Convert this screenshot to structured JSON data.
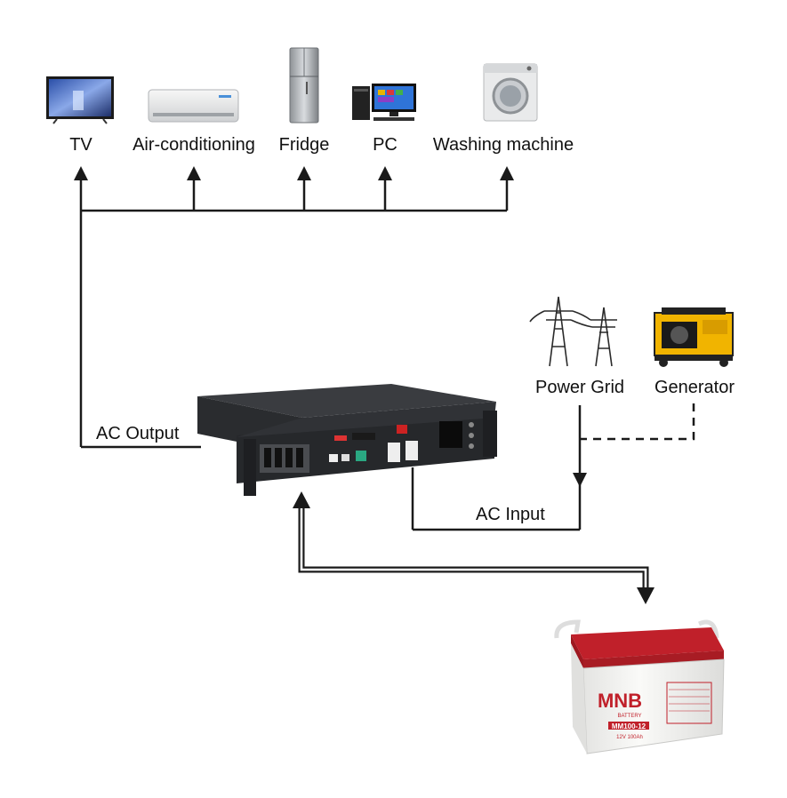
{
  "appliances": [
    {
      "label": "TV",
      "icon": "tv-icon"
    },
    {
      "label": "Air-conditioning",
      "icon": "air-conditioner-icon"
    },
    {
      "label": "Fridge",
      "icon": "fridge-icon"
    },
    {
      "label": "PC",
      "icon": "pc-icon"
    },
    {
      "label": "Washing machine",
      "icon": "washing-machine-icon"
    }
  ],
  "sources": [
    {
      "label": "Power Grid",
      "icon": "power-tower-icon"
    },
    {
      "label": "Generator",
      "icon": "generator-icon"
    }
  ],
  "connections": {
    "ac_output": "AC Output",
    "ac_input": "AC Input"
  },
  "devices": {
    "inverter": {
      "icon": "rack-inverter-icon"
    },
    "battery": {
      "icon": "battery-icon",
      "brand": "MNB",
      "brand_sub": "BATTERY",
      "model": "MM100-12",
      "rating": "12V 100Ah"
    }
  },
  "colors": {
    "line": "#1a1a1a",
    "battery_red": "#c0202a",
    "battery_body": "#f4f4f2",
    "inverter": "#2c2e31"
  }
}
